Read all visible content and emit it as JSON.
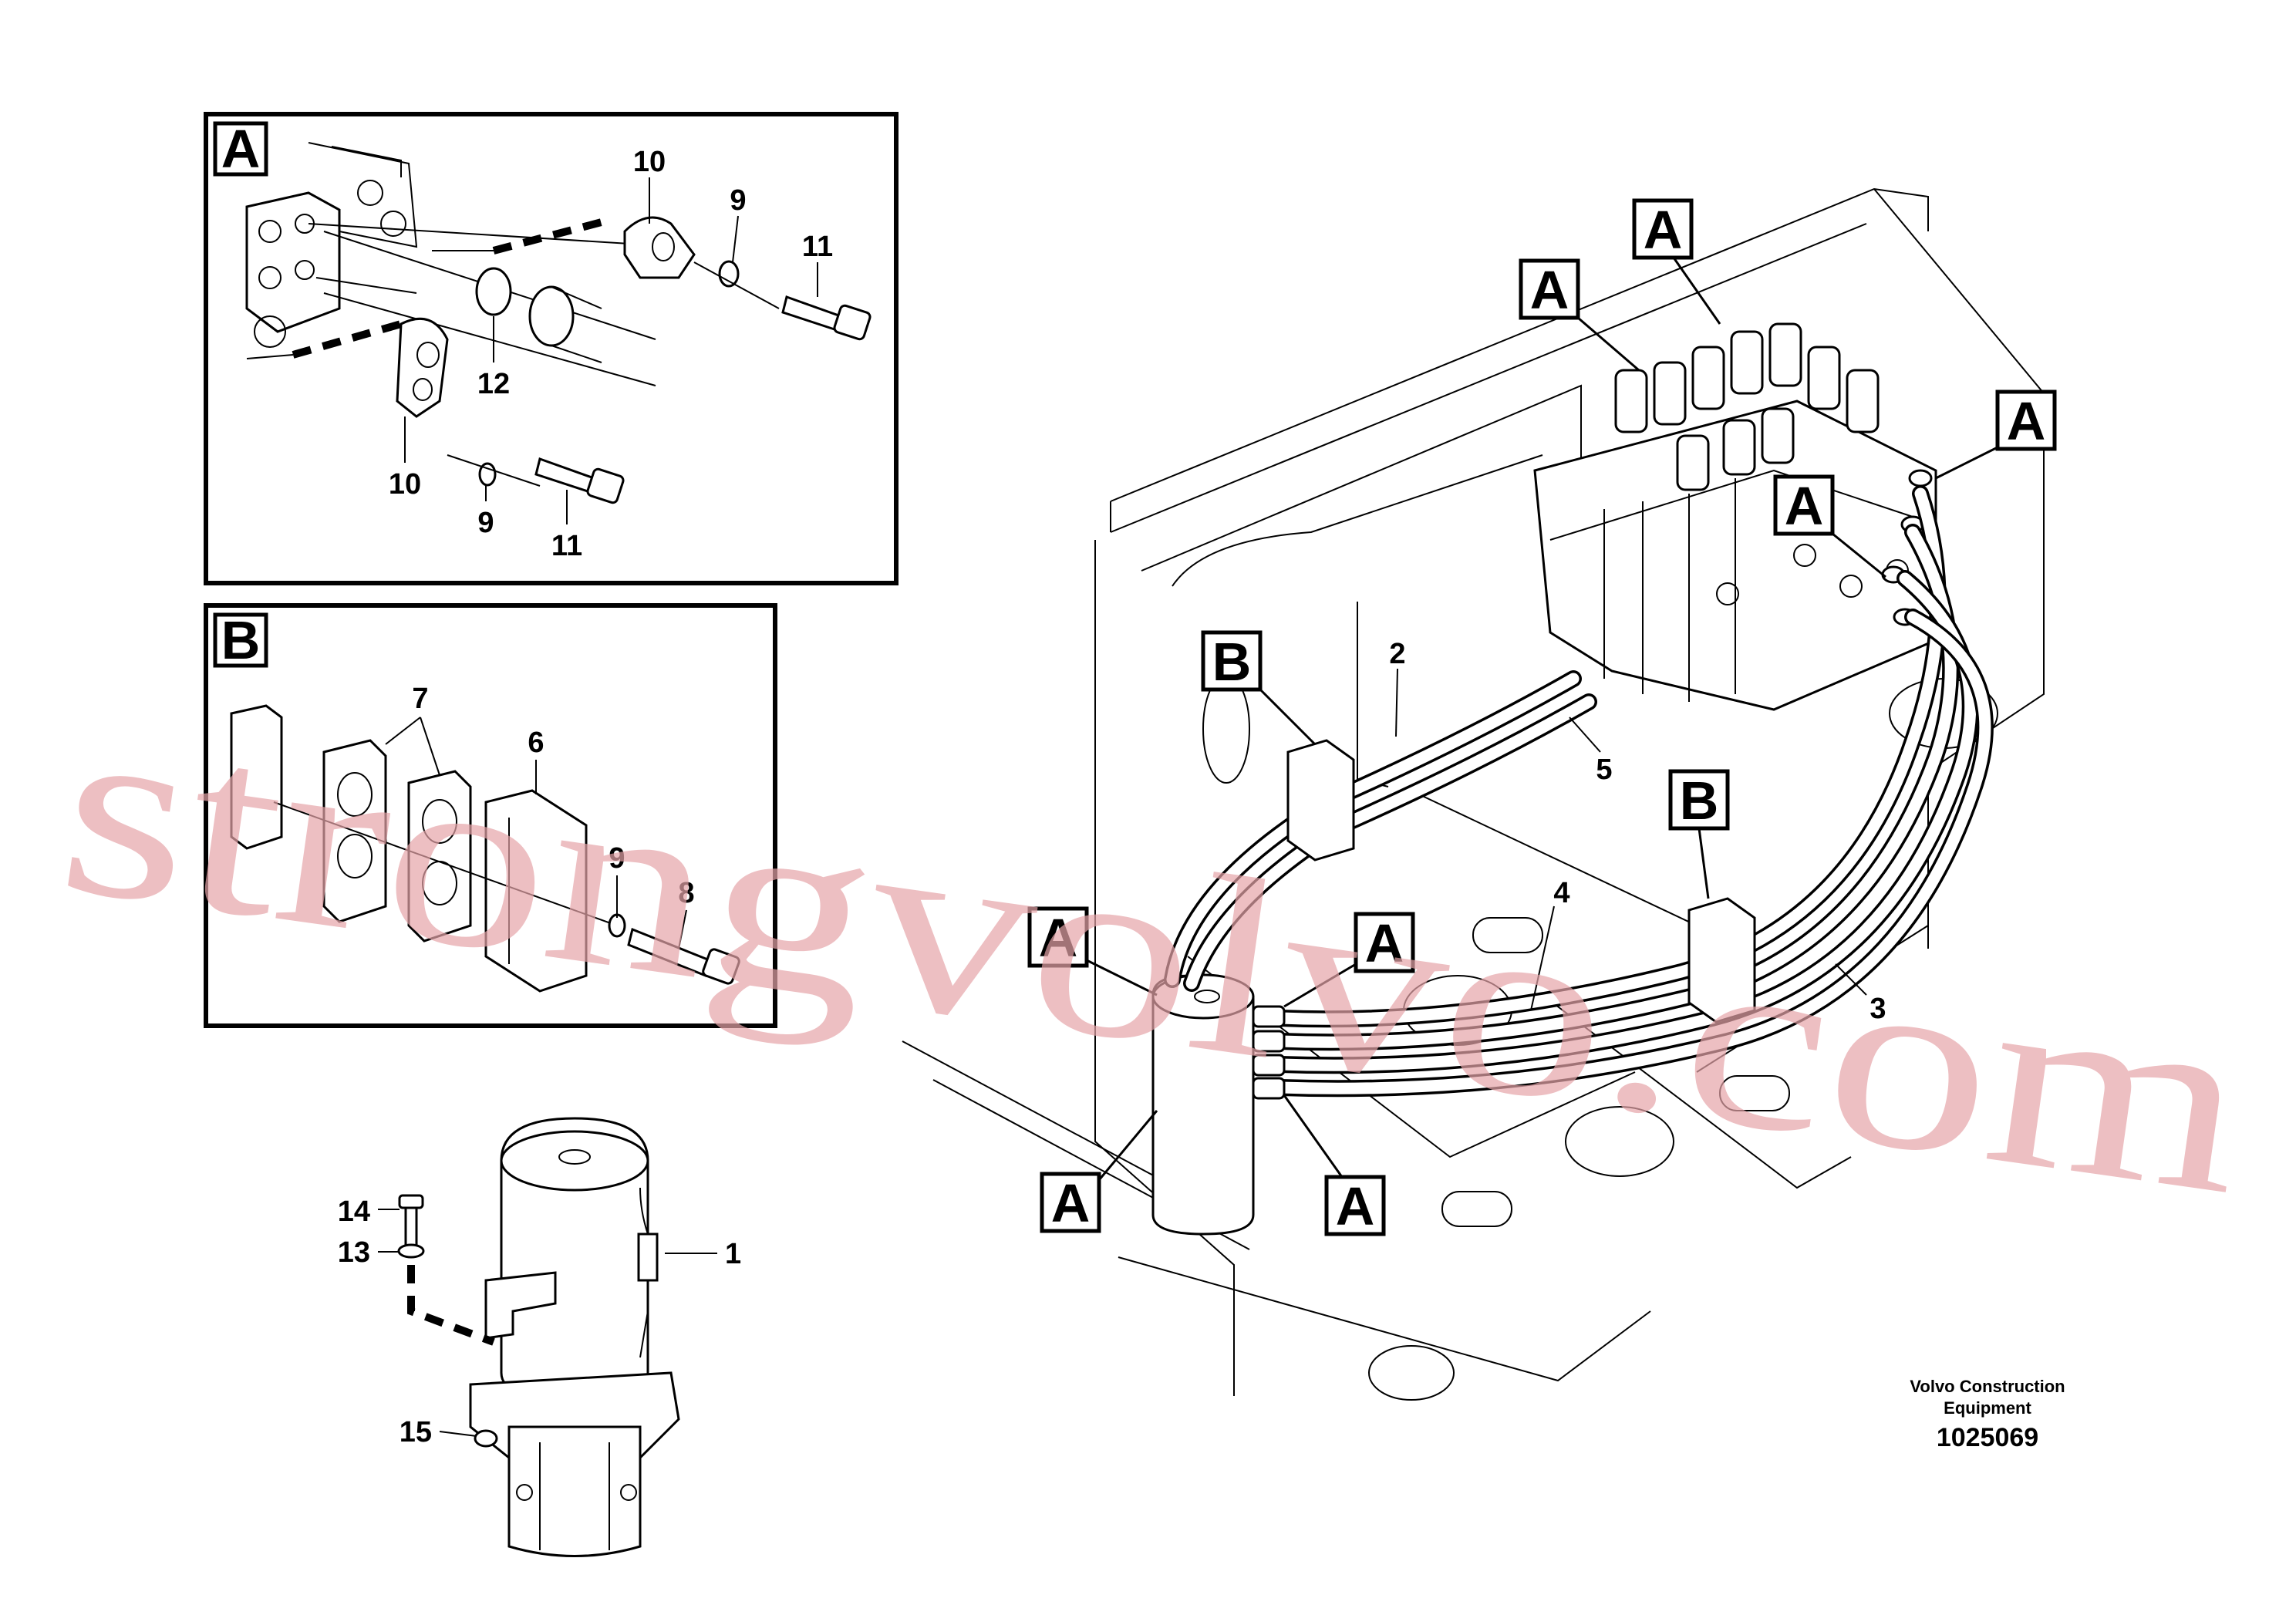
{
  "inset_a": {
    "tag": "A",
    "callouts": [
      "10",
      "9",
      "11",
      "12",
      "10",
      "9",
      "11"
    ]
  },
  "inset_b": {
    "tag": "B",
    "callouts": [
      "7",
      "6",
      "9",
      "8"
    ]
  },
  "motor_callouts": [
    "14",
    "13",
    "1",
    "15"
  ],
  "main_callouts": [
    "2",
    "5",
    "4",
    "3"
  ],
  "main_tags": [
    "A",
    "A",
    "A",
    "A",
    "B",
    "B",
    "A",
    "A",
    "A",
    "A"
  ],
  "footer": {
    "line1": "Volvo Construction",
    "line2": "Equipment",
    "number": "1025069"
  },
  "watermark": "strongvolvo.com"
}
